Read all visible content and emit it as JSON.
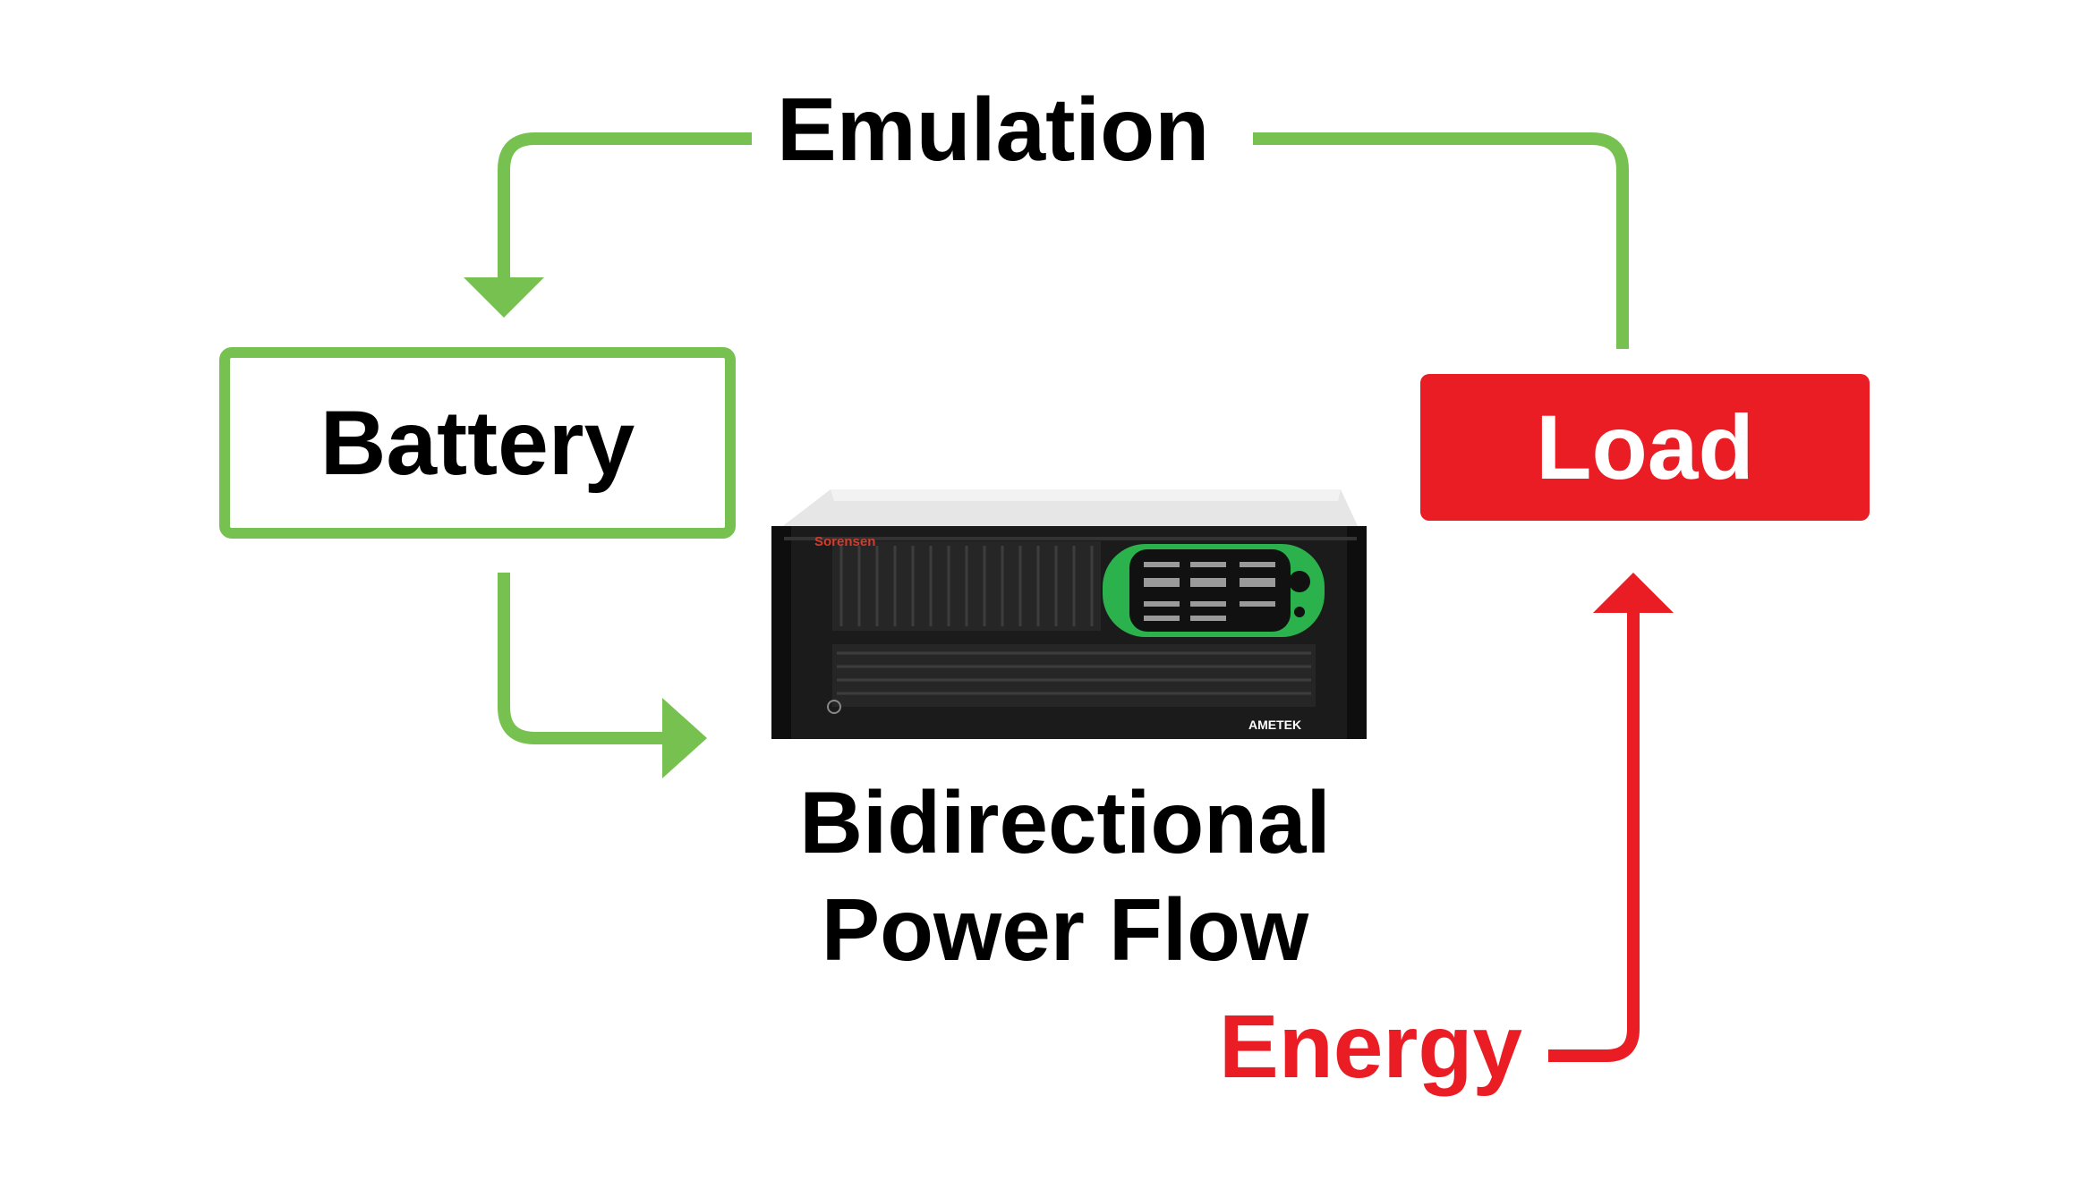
{
  "diagram": {
    "emulation_label": "Emulation",
    "battery_label": "Battery",
    "load_label": "Load",
    "bidirectional_line1": "Bidirectional",
    "bidirectional_line2": "Power Flow",
    "energy_label": "Energy"
  },
  "device": {
    "brand": "Sorensen",
    "maker": "AMETEK"
  },
  "colors": {
    "green": "#76c14f",
    "red": "#ea1c24",
    "text": "#000000"
  }
}
